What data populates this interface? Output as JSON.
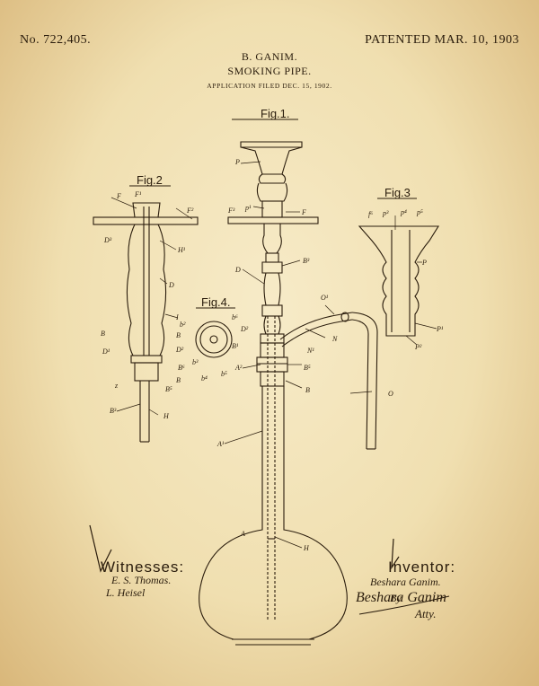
{
  "header": {
    "patent_number": "No. 722,405.",
    "patent_date": "PATENTED MAR. 10, 1903",
    "inventor": "B. GANIM.",
    "title": "SMOKING PIPE.",
    "application": "APPLICATION FILED DEC. 15, 1902."
  },
  "figures": {
    "fig1": "Fig.1.",
    "fig2": "Fig.2",
    "fig3": "Fig.3",
    "fig4": "Fig.4."
  },
  "witnesses": {
    "heading": "Witnesses:",
    "names": [
      "E. S. Thomas.",
      "L. Heisel"
    ]
  },
  "inventor_block": {
    "heading": "Inventor:",
    "name": "Beshara Ganim.",
    "by": "By",
    "signature": "Beshara Ganim",
    "attorney": "Atty."
  },
  "labels": {
    "P": "P",
    "p1": "p¹",
    "F2": "F²",
    "F3": "F³",
    "F": "F",
    "D": "D",
    "B3": "B³",
    "D2": "D²",
    "N1": "N¹",
    "N": "N",
    "O1": "O¹",
    "O": "O",
    "A2": "A²",
    "B5": "B⁵",
    "B": "B",
    "A1": "A¹",
    "A": "A",
    "H": "H",
    "F1": "F¹",
    "D3": "D³",
    "H1": "H¹",
    "I": "I",
    "D1": "D¹",
    "B6": "B⁶",
    "b2": "b²",
    "b3": "b³",
    "b4": "b⁴",
    "b5": "b⁵",
    "b6": "b⁶",
    "f6": "f⁶",
    "p3": "p³",
    "p4": "p⁴",
    "p5": "p⁵",
    "P1": "P¹",
    "P2": "P²",
    "z": "z",
    "B1": "B¹"
  }
}
